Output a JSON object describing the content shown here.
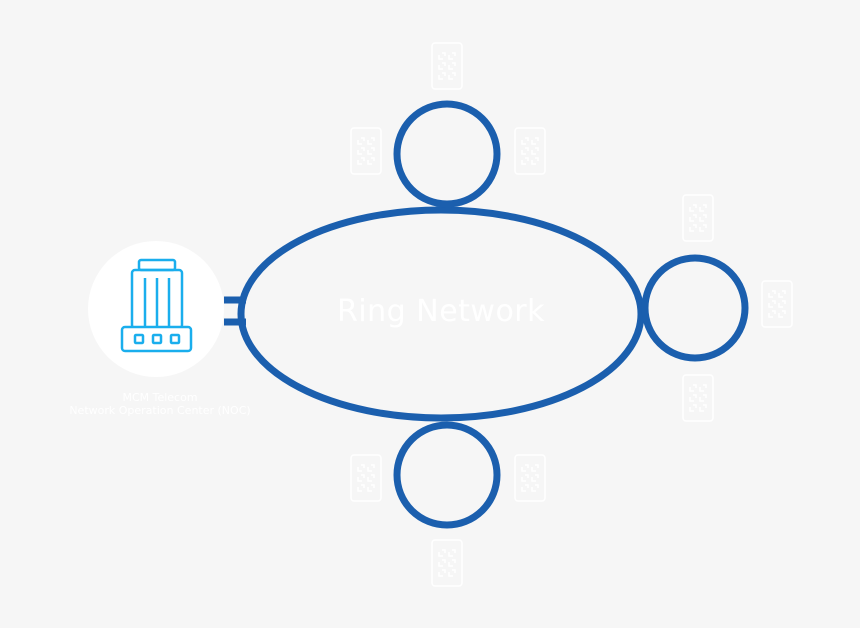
{
  "diagram": {
    "center_label": "Ring Network",
    "noc": {
      "line1": "MCM Telecom",
      "line2": "Network Operation Center (NOC)",
      "icon": "server-tower-icon"
    },
    "nodes": [
      "top",
      "right",
      "bottom"
    ],
    "building_icon": "building-icon",
    "colors": {
      "ring": "#1b5fae",
      "noc_icon": "#1aaeed",
      "background": "#f6f6f6",
      "text": "#ffffff"
    }
  }
}
